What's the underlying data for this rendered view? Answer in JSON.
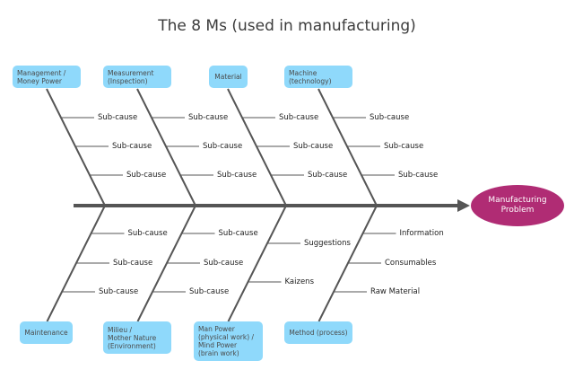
{
  "title": "The 8 Ms (used in manufacturing)",
  "effect": {
    "label": "Manufacturing\nProblem",
    "color": "#b02c74"
  },
  "colors": {
    "category_box": "#8fd9fb",
    "bone": "#555555"
  },
  "categories_top": [
    {
      "label": "Management /\nMoney Power",
      "causes": [
        "Sub-cause",
        "Sub-cause",
        "Sub-cause"
      ]
    },
    {
      "label": "Measurement\n(Inspection)",
      "causes": [
        "Sub-cause",
        "Sub-cause",
        "Sub-cause"
      ]
    },
    {
      "label": "Material",
      "causes": [
        "Sub-cause",
        "Sub-cause",
        "Sub-cause"
      ]
    },
    {
      "label": "Machine\n(technology)",
      "causes": [
        "Sub-cause",
        "Sub-cause",
        "Sub-cause"
      ]
    }
  ],
  "categories_bottom": [
    {
      "label": "Maintenance",
      "causes": [
        "Sub-cause",
        "Sub-cause",
        "Sub-cause"
      ]
    },
    {
      "label": "Milieu /\nMother Nature\n(Environment)",
      "causes": [
        "Sub-cause",
        "Sub-cause",
        "Sub-cause"
      ]
    },
    {
      "label": "Man Power\n(physical work) /\n Mind Power\n(brain work)",
      "causes": [
        "Suggestions",
        "Kaizens"
      ]
    },
    {
      "label": "Method (process)",
      "causes": [
        "Information",
        "Consumables",
        "Raw Material"
      ]
    }
  ]
}
